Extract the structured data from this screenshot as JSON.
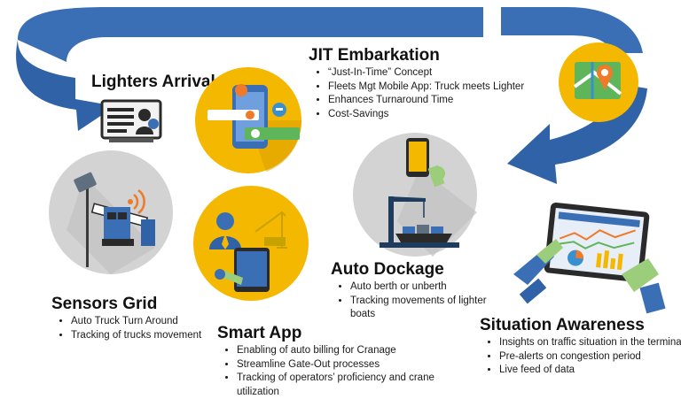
{
  "colors": {
    "arrow_blue": "#3a6fb5",
    "arrow_dark": "#2a5590",
    "circle_gold": "#f5b800",
    "circle_grey": "#d3d3d3",
    "title_text": "#111111"
  },
  "lighters_arrivals": {
    "title": "Lighters Arrivals",
    "icon": "id-card-icon"
  },
  "jit_embarkation": {
    "title": "JIT Embarkation",
    "items": [
      "“Just-In-Time” Concept",
      "Fleets Mgt Mobile App: Truck meets Lighter",
      "Enhances Turnaround Time",
      "Cost-Savings"
    ],
    "icon": "mobile-app-icon"
  },
  "sensors_grid": {
    "title": "Sensors Grid",
    "items": [
      "Auto Truck Turn Around",
      "Tracking of trucks movement"
    ],
    "icon": "gate-sensor-icon"
  },
  "smart_app": {
    "title": "Smart App",
    "items": [
      "Enabling of auto billing for Cranage",
      "Streamline Gate-Out processes",
      "Tracking of operators’ proficiency and crane utilization"
    ],
    "icon": "tablet-operator-icon"
  },
  "auto_dockage": {
    "title": "Auto Dockage",
    "items": [
      "Auto berth or unberth",
      "Tracking movements of lighter boats"
    ],
    "icon": "crane-ship-icon"
  },
  "situation_awareness": {
    "title": "Situation Awareness",
    "items": [
      "Insights on traffic situation in the terminals",
      "Pre-alerts on congestion period",
      "Live feed of data"
    ],
    "icon": "dashboard-tablet-icon"
  },
  "map_icon": "map-pin-icon"
}
